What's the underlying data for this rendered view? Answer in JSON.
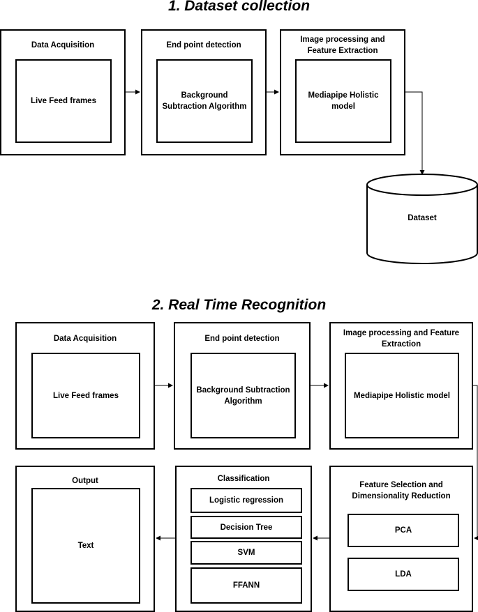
{
  "section1": {
    "title": "1. Dataset collection",
    "acq": {
      "label": "Data Acquisition",
      "inner": "Live Feed frames"
    },
    "endpoint": {
      "label": "End point detection",
      "inner": "Background Subtraction Algorithm"
    },
    "imgproc": {
      "label": "Image processing and Feature Extraction",
      "inner": "Mediapipe Holistic model"
    },
    "dataset": "Dataset"
  },
  "section2": {
    "title": "2. Real Time Recognition",
    "acq": {
      "label": "Data Acquisition",
      "inner": "Live Feed frames"
    },
    "endpoint": {
      "label": "End point detection",
      "inner": "Background Subtraction Algorithm"
    },
    "imgproc": {
      "label": "Image processing and Feature Extraction",
      "inner": "Mediapipe Holistic model"
    },
    "feature": {
      "label": "Feature Selection and Dimensionality Reduction",
      "items": [
        "PCA",
        "LDA"
      ]
    },
    "classification": {
      "label": "Classification",
      "items": [
        "Logistic regression",
        "Decision Tree",
        "SVM",
        "FFANN"
      ]
    },
    "output": {
      "label": "Output",
      "inner": "Text"
    }
  }
}
